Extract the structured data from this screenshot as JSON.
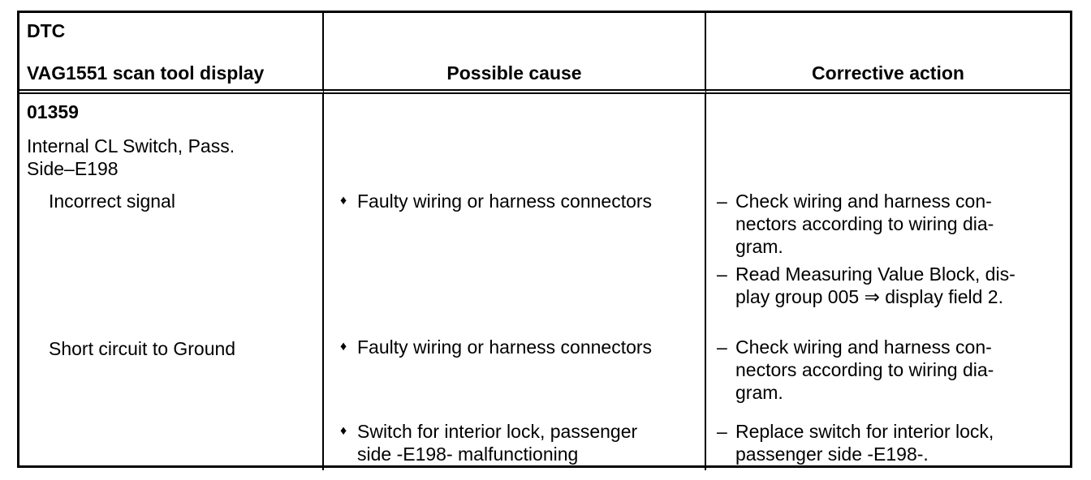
{
  "header": {
    "col1_line1": "DTC",
    "col1_line2": "VAG1551 scan tool display",
    "col2": "Possible cause",
    "col3": "Corrective action"
  },
  "dtc": {
    "code": "01359",
    "description": "Internal CL Switch, Pass.\nSide–E198"
  },
  "rows": [
    {
      "symptom": "Incorrect signal",
      "causes": [
        {
          "marker": "♦",
          "text": "Faulty wiring or harness connectors"
        }
      ],
      "actions": [
        {
          "marker": "–",
          "text": "Check wiring and harness con-\nnectors according to wiring dia-\ngram."
        },
        {
          "marker": "–",
          "text": "Read Measuring Value Block, dis-\nplay group 005 ⇒  display field 2."
        }
      ]
    },
    {
      "symptom": "Short circuit to Ground",
      "causes": [
        {
          "marker": "♦",
          "text": "Faulty wiring or harness connectors"
        }
      ],
      "actions": [
        {
          "marker": "–",
          "text": "Check wiring and harness con-\nnectors according to wiring dia-\ngram."
        }
      ]
    },
    {
      "causes": [
        {
          "marker": "♦",
          "text": "Switch for interior lock, passenger\nside -E198- malfunctioning"
        }
      ],
      "actions": [
        {
          "marker": "–",
          "text": "Replace switch for interior lock,\npassenger side -E198-."
        }
      ]
    }
  ],
  "colors": {
    "border": "#000000",
    "text": "#000000",
    "background": "#ffffff"
  }
}
